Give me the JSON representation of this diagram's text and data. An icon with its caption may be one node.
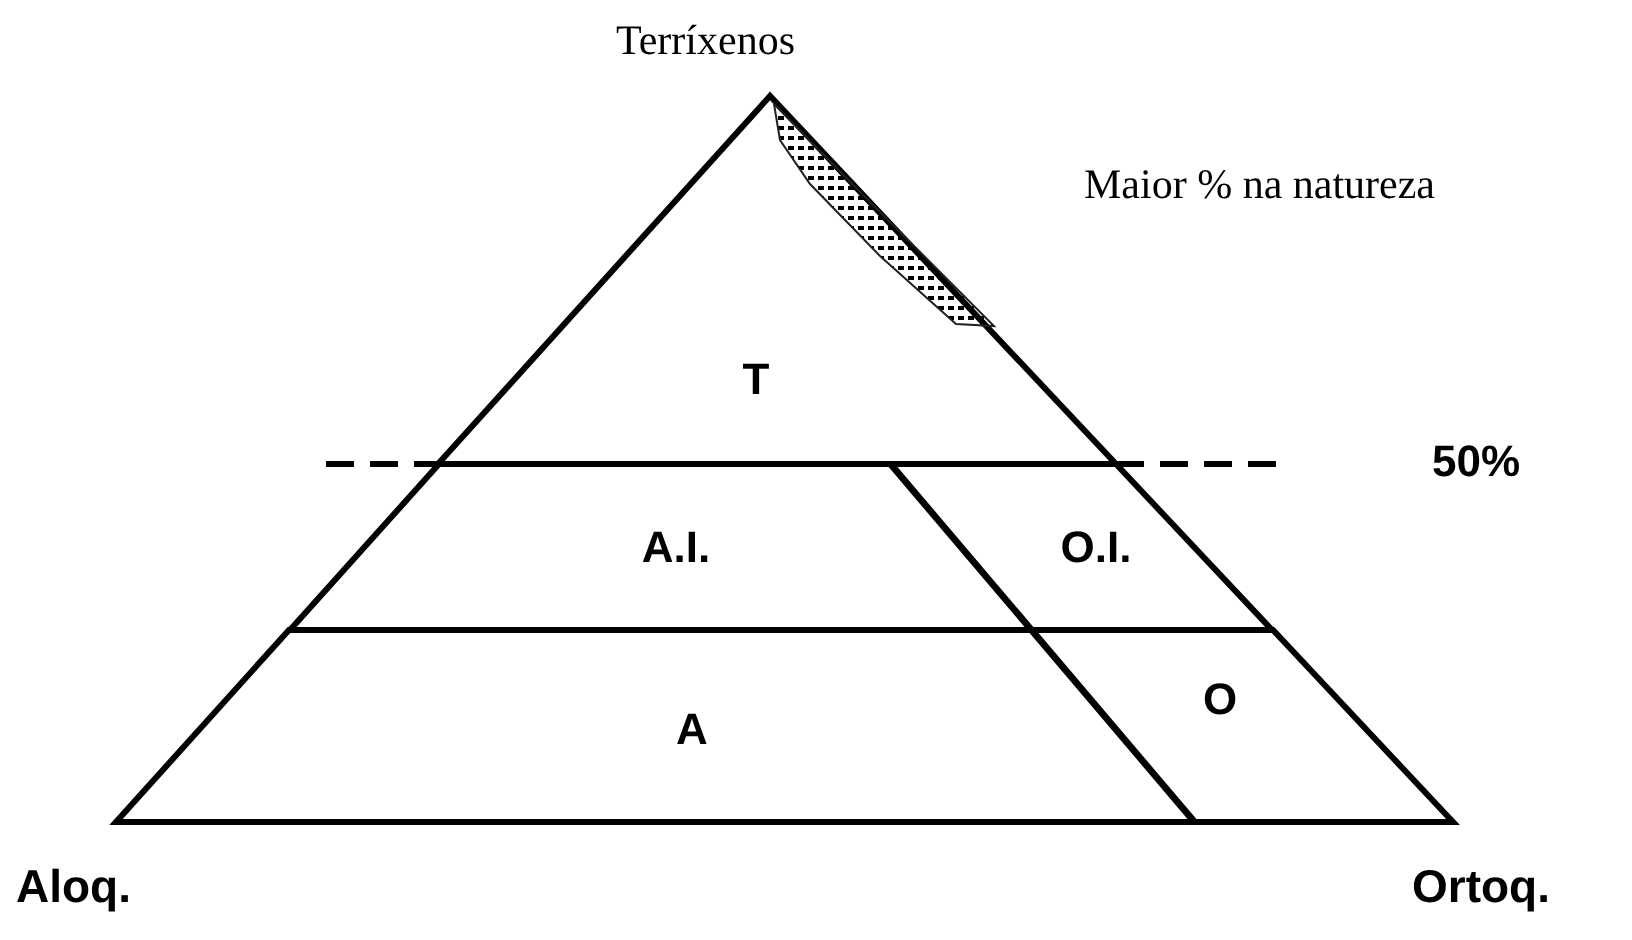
{
  "diagram": {
    "nodes": [
      {
        "text": [
          "T"
        ]
      },
      {
        "text": [
          "A.I."
        ]
      },
      {
        "text": [
          "O.I."
        ]
      },
      {
        "text": [
          "A"
        ]
      },
      {
        "text": [
          "O"
        ]
      }
    ],
    "labels": [
      "Terríxenos",
      "Maior % na natureza",
      "50%",
      "Aloq.",
      "Ortoq."
    ]
  }
}
